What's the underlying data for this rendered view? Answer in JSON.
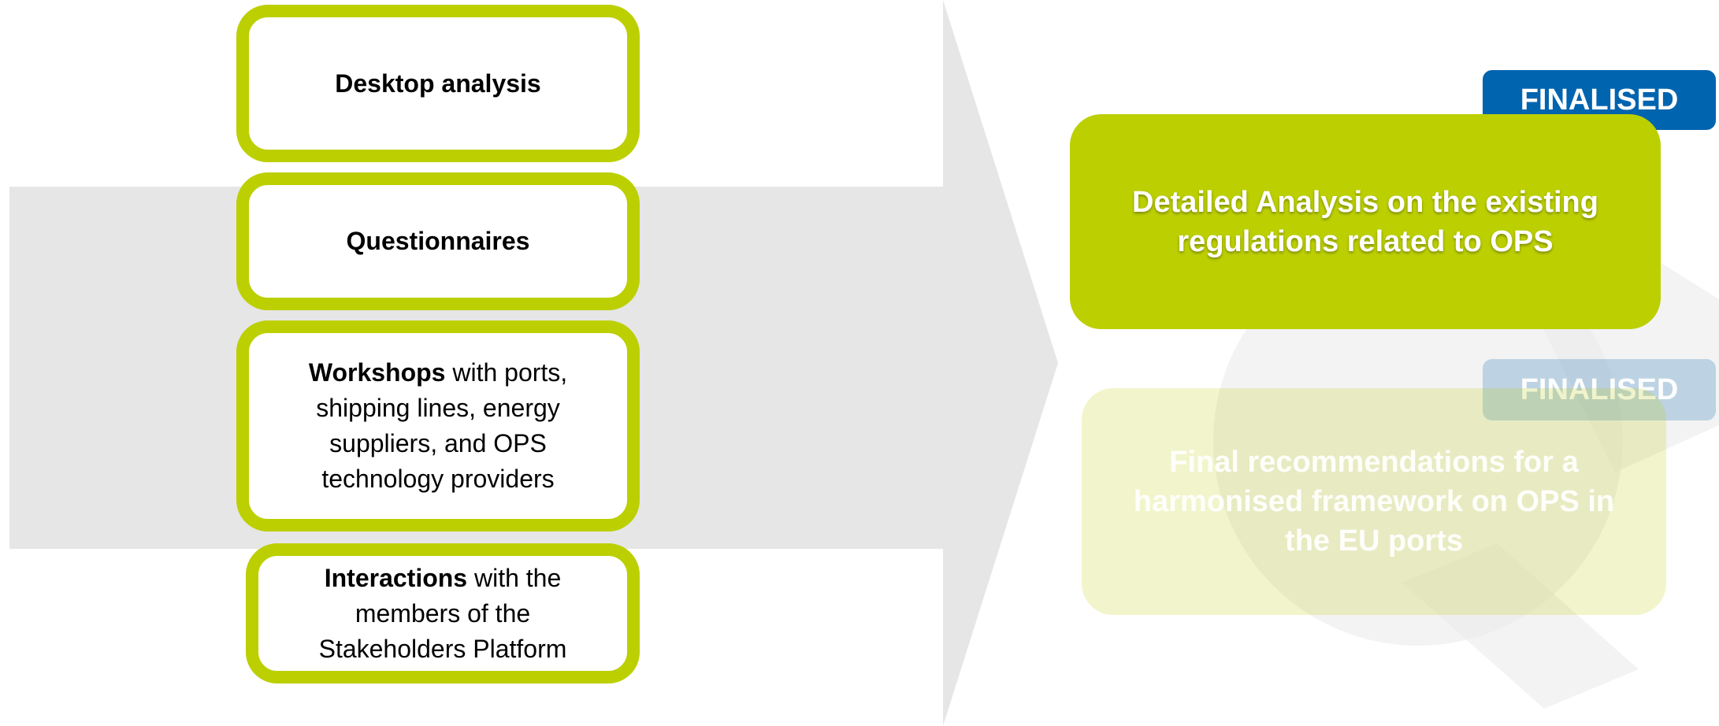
{
  "colors": {
    "accent_green": "#bccf00",
    "badge_blue": "#0064af",
    "arrow_grey": "#e6e6e6"
  },
  "methods": [
    {
      "bold": "Desktop analysis",
      "rest": ""
    },
    {
      "bold": "Questionnaires",
      "rest": ""
    },
    {
      "bold": "Workshops",
      "rest": " with ports, shipping lines, energy suppliers, and OPS technology providers"
    },
    {
      "bold": "Interactions",
      "rest": " with the members of the Stakeholders Platform"
    }
  ],
  "outputs": [
    {
      "status": "FINALISED",
      "text": "Detailed Analysis on the existing regulations related to OPS"
    },
    {
      "status": "FINALISED",
      "text": "Final recommendations for a harmonised framework on OPS in the EU ports"
    }
  ]
}
